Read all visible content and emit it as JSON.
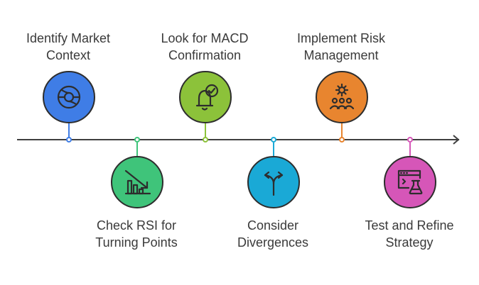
{
  "steps": [
    {
      "position": "top",
      "color": "#3f7de6",
      "icon": "target-globe-icon",
      "line1": "Identify Market",
      "line2": "Context"
    },
    {
      "position": "bottom",
      "color": "#3fc47a",
      "icon": "declining-chart-icon",
      "line1": "Check RSI for",
      "line2": "Turning Points"
    },
    {
      "position": "top",
      "color": "#8cc23a",
      "icon": "bell-check-icon",
      "line1": "Look for MACD",
      "line2": "Confirmation"
    },
    {
      "position": "bottom",
      "color": "#1aa9d6",
      "icon": "split-arrows-icon",
      "line1": "Consider",
      "line2": "Divergences"
    },
    {
      "position": "top",
      "color": "#e8852f",
      "icon": "gear-team-icon",
      "line1": "Implement Risk",
      "line2": "Management"
    },
    {
      "position": "bottom",
      "color": "#d656b8",
      "icon": "flask-browser-icon",
      "line1": "Test and Refine",
      "line2": "Strategy"
    }
  ]
}
